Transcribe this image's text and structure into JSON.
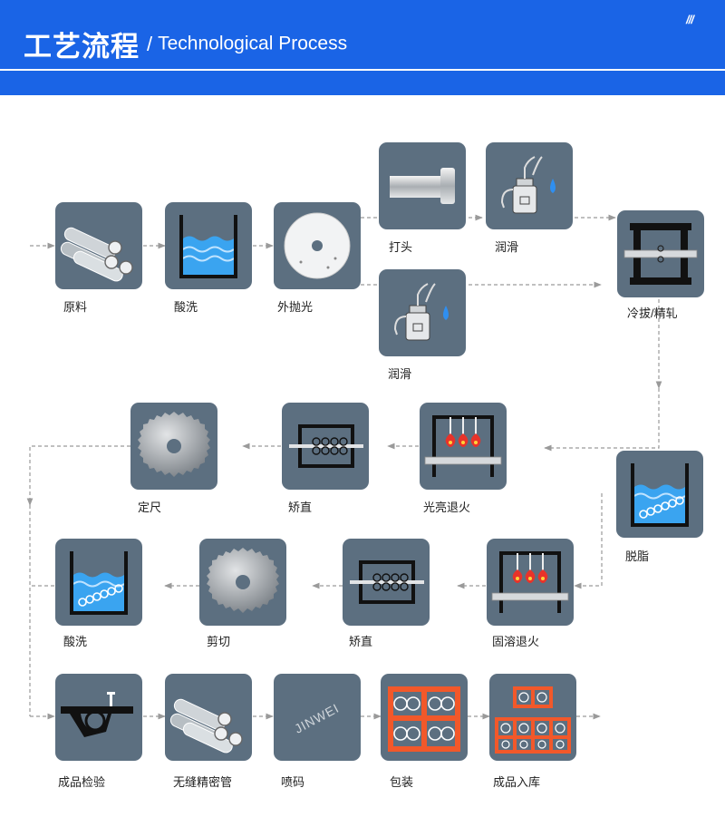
{
  "header": {
    "title_zh": "工艺流程",
    "title_slash": "/",
    "title_en": "Technological Process",
    "corner_mark": "///"
  },
  "colors": {
    "header_blue": "#1a64e6",
    "box_gray": "#5c6f80",
    "arrow_gray": "#9a9a9a",
    "water_blue": "#3aa4f0",
    "rack_orange": "#f2582a",
    "flame_red": "#e8332a"
  },
  "steps": {
    "raw_material": {
      "label": "原料",
      "icon": "pipes-icon"
    },
    "pickling_1": {
      "label": "酸洗",
      "icon": "water-tank-icon"
    },
    "outer_polish": {
      "label": "外抛光",
      "icon": "polishing-disc-icon"
    },
    "pointing": {
      "label": "打头",
      "icon": "pipe-head-icon"
    },
    "lubricate_1": {
      "label": "润滑",
      "icon": "oil-can-icon"
    },
    "lubricate_2": {
      "label": "润滑",
      "icon": "oil-can-icon"
    },
    "cold_draw": {
      "label": "冷拔/精轧",
      "icon": "rolling-frame-icon"
    },
    "degrease": {
      "label": "脱脂",
      "icon": "tank-with-pipes-icon"
    },
    "bright_anneal": {
      "label": "光亮退火",
      "icon": "furnace-icon"
    },
    "straighten_1": {
      "label": "矫直",
      "icon": "straightener-icon"
    },
    "cut_to_length": {
      "label": "定尺",
      "icon": "saw-blade-icon"
    },
    "solution_anneal": {
      "label": "固溶退火",
      "icon": "furnace-icon"
    },
    "straighten_2": {
      "label": "矫直",
      "icon": "straightener-icon"
    },
    "shear": {
      "label": "剪切",
      "icon": "saw-blade-icon"
    },
    "pickling_2": {
      "label": "酸洗",
      "icon": "tank-with-pipes-icon"
    },
    "inspection": {
      "label": "成品检验",
      "icon": "gauge-icon"
    },
    "seamless_tube": {
      "label": "无缝精密管",
      "icon": "pipes-icon"
    },
    "spray_code": {
      "label": "喷码",
      "icon": "stamp-icon",
      "stamp_text": "JINWEI"
    },
    "packing": {
      "label": "包装",
      "icon": "coil-rack-icon"
    },
    "warehouse": {
      "label": "成品入库",
      "icon": "stacked-racks-icon"
    }
  }
}
